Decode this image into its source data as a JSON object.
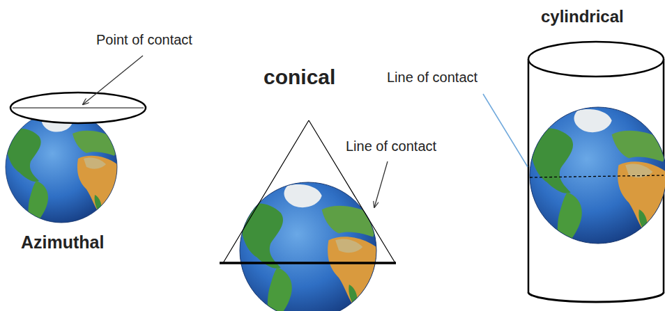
{
  "diagram": {
    "labels": [
      "Point of contact",
      "conical",
      "Line of contact",
      "cylindrical",
      "Line of contact",
      "Azimuthal"
    ]
  }
}
